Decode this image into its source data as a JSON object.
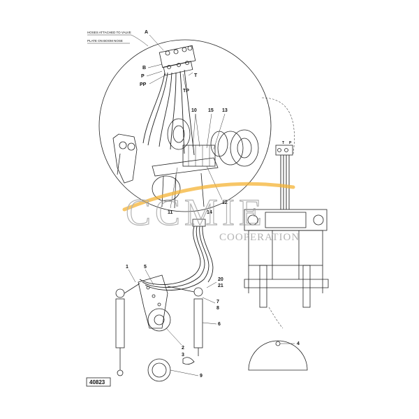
{
  "notes": {
    "line1": "HOSES ATTACHED TO VALVE",
    "line2": "PLATE ON BOOM NOSE"
  },
  "callouts": {
    "A": "A",
    "B": "B",
    "P": "P",
    "T": "T",
    "PP": "PP",
    "TP": "TP",
    "n10": "10",
    "n15": "15",
    "n13": "13",
    "n11": "11",
    "n12": "12",
    "n14": "14",
    "n1": "1",
    "n5": "5",
    "n20": "20",
    "n21": "21",
    "n7": "7",
    "n8": "8",
    "n6": "6",
    "n2": "2",
    "n3": "3",
    "n9": "9",
    "n4": "4",
    "dT": "T",
    "dP": "P"
  },
  "drawing_number": "40823",
  "watermark": {
    "brand": "CCMIE",
    "tagline": "COOPERATION",
    "accent": "#f5b335"
  }
}
